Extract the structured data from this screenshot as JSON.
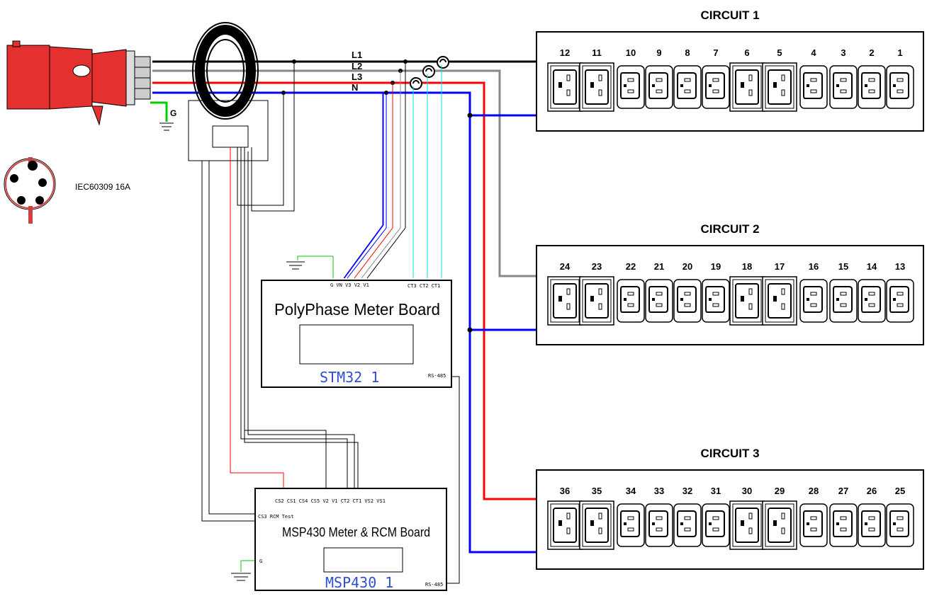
{
  "lines": {
    "l1": "L1",
    "l2": "L2",
    "l3": "L3",
    "n": "N",
    "g": "G"
  },
  "plug_label": "IEC60309 16A",
  "colors": {
    "l1": "#000000",
    "l2": "#808080",
    "l3": "#ff0000",
    "n": "#0000ff",
    "ground": "#00cc00",
    "ct": "#00e0e0"
  },
  "circuits": [
    {
      "title": "CIRCUIT 1",
      "numbers": [
        "12",
        "11",
        "10",
        "9",
        "8",
        "7",
        "6",
        "5",
        "4",
        "3",
        "2",
        "1"
      ]
    },
    {
      "title": "CIRCUIT 2",
      "numbers": [
        "24",
        "23",
        "22",
        "21",
        "20",
        "19",
        "18",
        "17",
        "16",
        "15",
        "14",
        "13"
      ]
    },
    {
      "title": "CIRCUIT 3",
      "numbers": [
        "36",
        "35",
        "34",
        "33",
        "32",
        "31",
        "30",
        "29",
        "28",
        "27",
        "26",
        "25"
      ]
    }
  ],
  "socket_types": [
    "C19",
    "C19",
    "C13",
    "C13",
    "C13",
    "C13",
    "C19",
    "C19",
    "C13",
    "C13",
    "C13",
    "C13"
  ],
  "stm_board": {
    "title": "PolyPhase Meter Board",
    "id": "STM32  1",
    "pins_left": "G  VN V3 V2 V1",
    "pins_right": "CT3  CT2  CT1",
    "rs485": "RS-485"
  },
  "msp_board": {
    "title": "MSP430 Meter & RCM Board",
    "id": "MSP430 1",
    "pins_top": "CS2  CS1  CS4  CS5      V2     V1      CT2  CT1      VS2  VS1",
    "rcm": "CS3 RCM Test",
    "g": "G",
    "rs485": "RS-485"
  }
}
